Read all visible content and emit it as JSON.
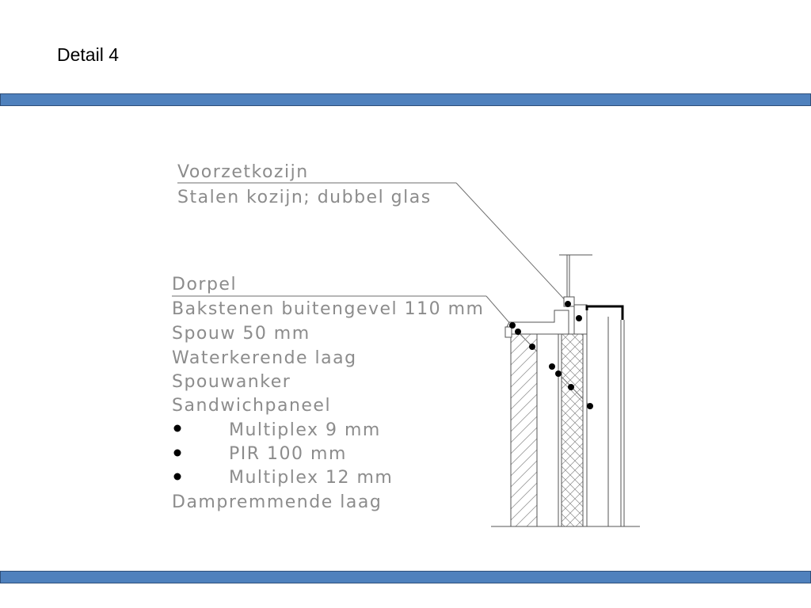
{
  "slide": {
    "title": "Detail 4"
  },
  "colors": {
    "band": "#4f81bd",
    "label_text": "#8c8c8c",
    "drawing_line": "#555555"
  },
  "detail_drawing": {
    "labels_top": [
      "Voorzetkozijn",
      "Stalen kozijn; dubbel glas"
    ],
    "labels_main": [
      "Dorpel",
      "Bakstenen buitengevel 110 mm",
      "Spouw 50 mm",
      "Waterkerende laag",
      "Spouwanker",
      "Sandwichpaneel"
    ],
    "sandwich_layers": [
      "Multiplex 9 mm",
      "PIR 100 mm",
      "Multiplex 12 mm"
    ],
    "labels_bottom": [
      "Dampremmende laag"
    ]
  }
}
